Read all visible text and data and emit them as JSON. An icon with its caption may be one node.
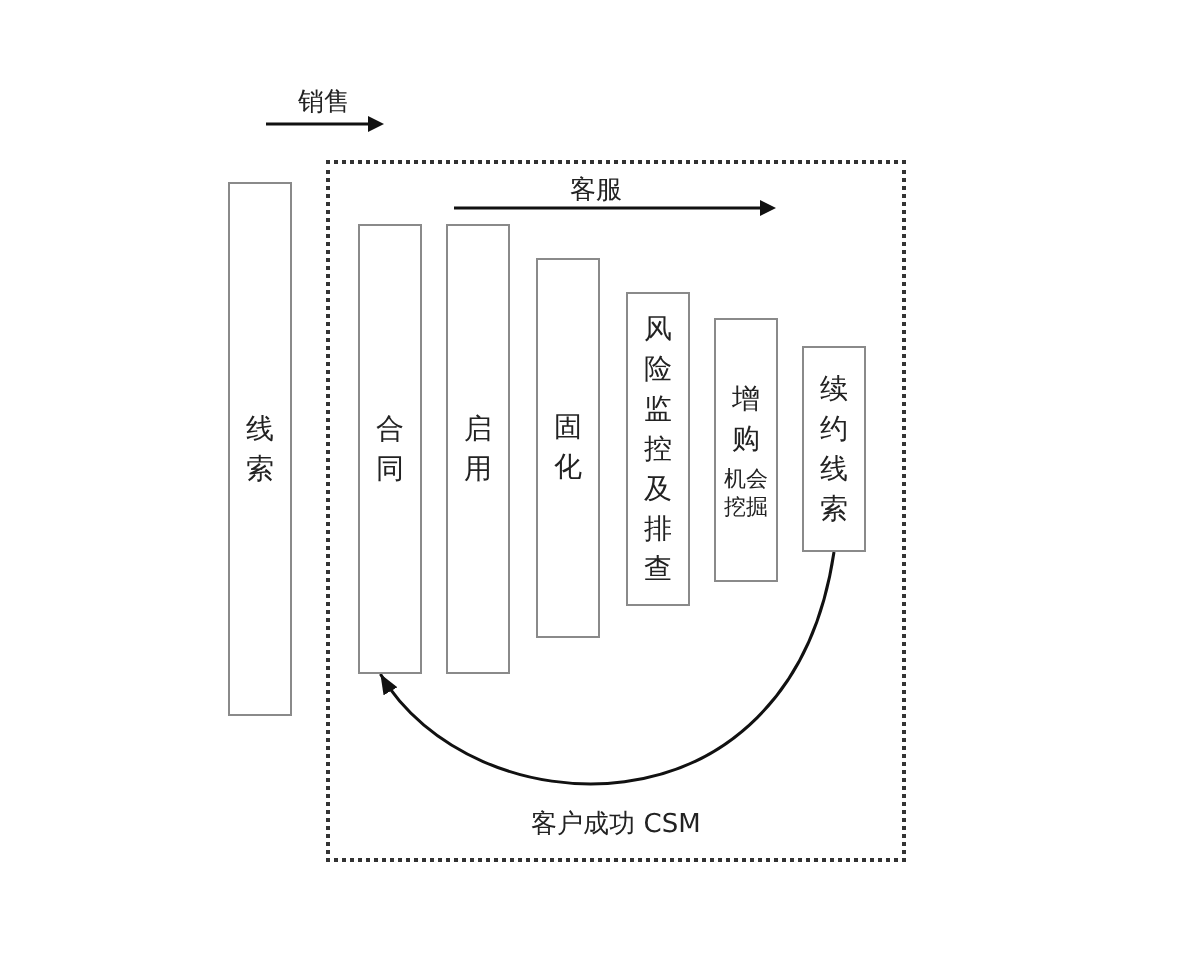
{
  "diagram": {
    "nodes": [
      {
        "text": [
          "线索"
        ]
      },
      {
        "text": [
          "客户成功 CSM"
        ]
      },
      {
        "text": [
          "合同"
        ],
        "in": 1
      },
      {
        "text": [
          "启用"
        ],
        "in": 1
      },
      {
        "text": [
          "固化"
        ],
        "in": 1
      },
      {
        "text": [
          "风险监控及排查"
        ],
        "in": 1
      },
      {
        "text": [
          "增购",
          "机会挖掘"
        ],
        "in": 1
      },
      {
        "text": [
          "续约线索"
        ],
        "in": 1
      }
    ],
    "edges": [
      {
        "from": 7,
        "to": 2,
        "arrow": "to"
      }
    ],
    "labels": [
      "销售",
      "客服"
    ]
  }
}
